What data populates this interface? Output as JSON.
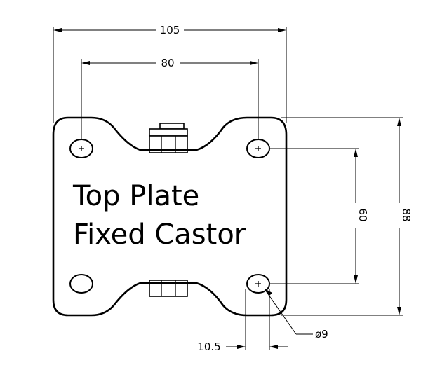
{
  "title": {
    "line1": "Top Plate",
    "line2": "Fixed Castor"
  },
  "dimensions": {
    "plate_width": "105",
    "hole_spacing_x": "80",
    "hole_spacing_y": "60",
    "plate_length": "88",
    "hole_diameter": "ø9",
    "edge_offset": "10.5"
  }
}
